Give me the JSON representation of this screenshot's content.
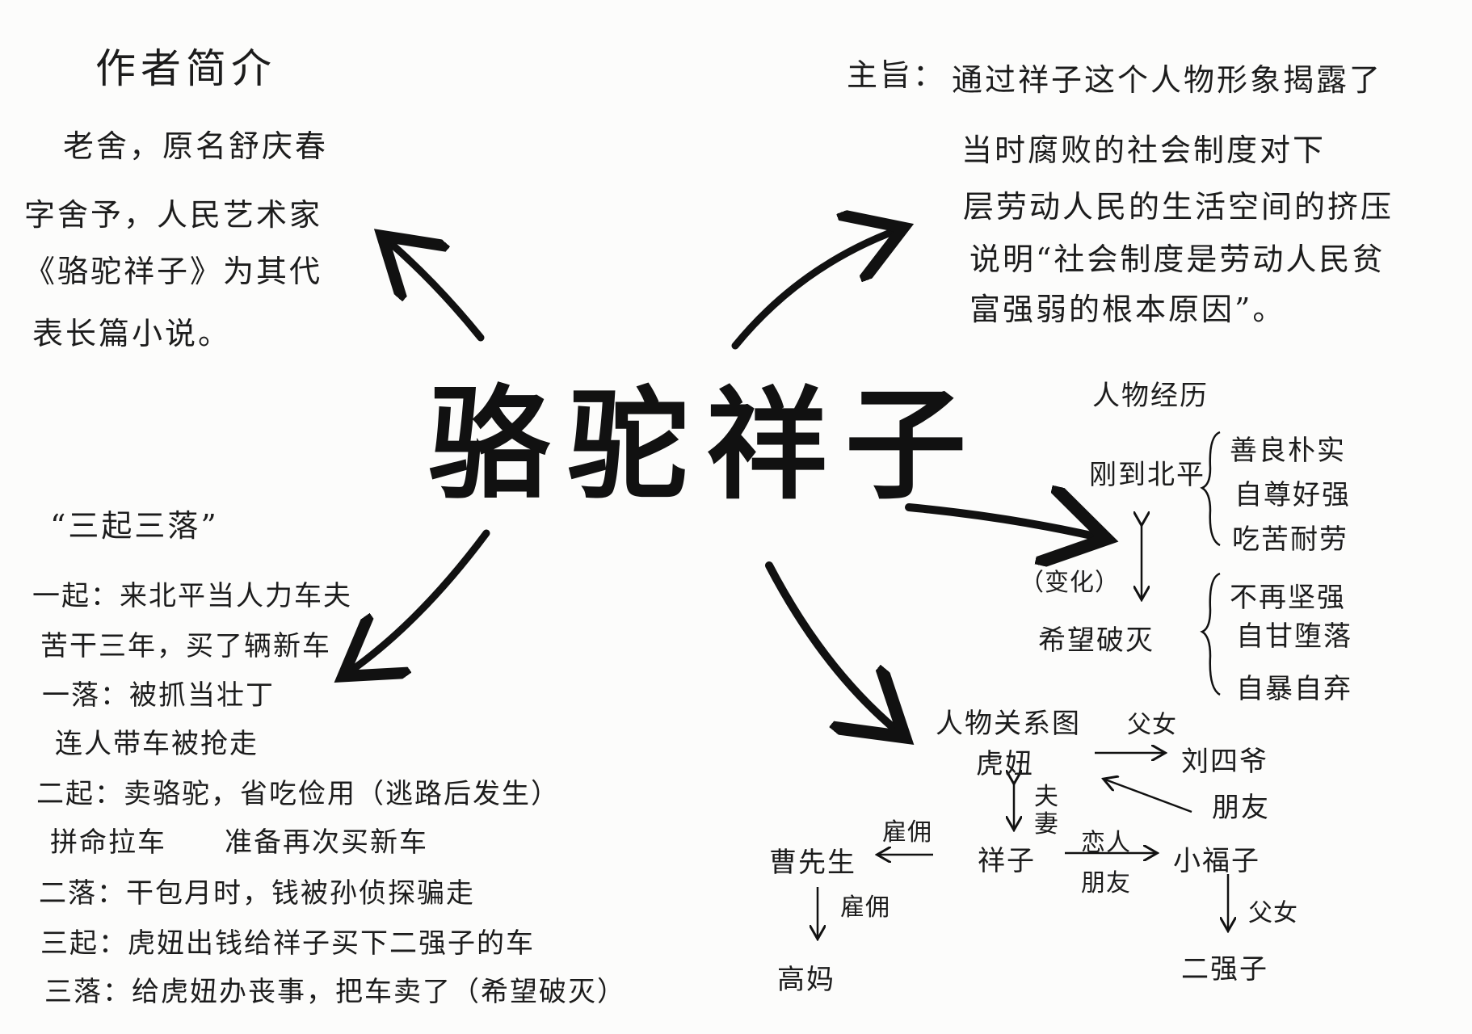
{
  "center_title": "骆驼祥子",
  "author": {
    "heading": "作者简介",
    "lines": [
      "老舍，原名舒庆春",
      "字舍予，人民艺术家",
      "《骆驼祥子》为其代",
      "表长篇小说。"
    ]
  },
  "theme": {
    "label": "主旨：",
    "lines": [
      "通过祥子这个人物形象揭露了",
      "当时腐败的社会制度对下",
      "层劳动人民的生活空间的挤压",
      "说明“社会制度是劳动人民贫",
      "富强弱的根本原因”。"
    ]
  },
  "experience": {
    "heading": "人物经历",
    "early": "刚到北平",
    "early_traits": [
      "善良朴实",
      "自尊好强",
      "吃苦耐劳"
    ],
    "change": "（变化）",
    "later": "希望破灭",
    "later_traits": [
      "不再坚强",
      "自甘堕落",
      "自暴自弃"
    ]
  },
  "rises_falls": {
    "heading": "“三起三落”",
    "lines": [
      "一起：来北平当人力车夫",
      "苦干三年，买了辆新车",
      "一落：被抓当壮丁",
      "连人带车被抢走",
      "二起：卖骆驼，省吃俭用（逃路后发生）",
      "拼命拉车　　准备再次买新车",
      "二落：干包月时，钱被孙侦探骗走",
      "三起：虎妞出钱给祥子买下二强子的车",
      "三落：给虎妞办丧事，把车卖了（希望破灭）"
    ]
  },
  "relations": {
    "heading": "人物关系图",
    "nodes": {
      "huniu": "虎妞",
      "liusiye": "刘四爷",
      "xiangzi": "祥子",
      "xiaofuzi": "小福子",
      "cao": "曹先生",
      "gaoma": "高妈",
      "erqiangzi": "二强子"
    },
    "edge_labels": {
      "huniu_liusiye": "父女",
      "huniu_xiaofuzi": "朋友",
      "huniu_xiangzi": "夫妻",
      "xiangzi_xiaofuzi_top": "恋人",
      "xiangzi_xiaofuzi_bottom": "朋友",
      "cao_xiangzi": "雇佣",
      "cao_gaoma": "雇佣",
      "xiaofuzi_erqiangzi": "父女"
    }
  }
}
